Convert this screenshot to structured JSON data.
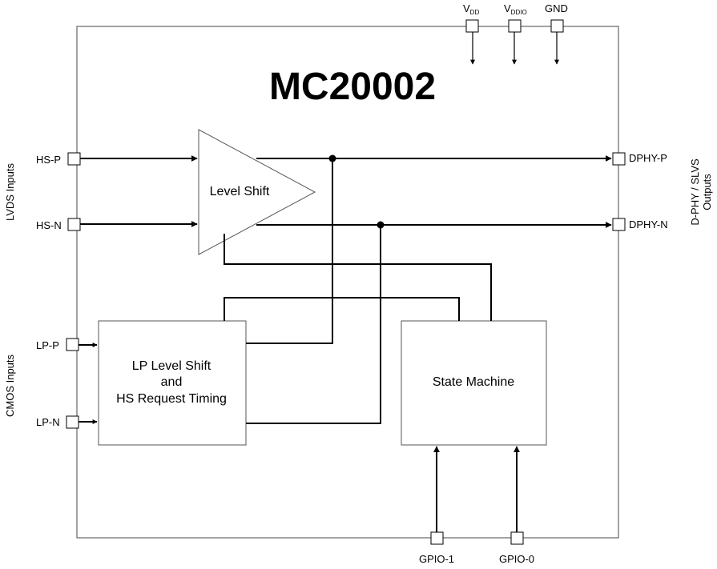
{
  "chip": {
    "title": "MC20002"
  },
  "power_pins": {
    "vdd": {
      "main": "V",
      "sub": "DD"
    },
    "vddio": {
      "main": "V",
      "sub": "DDIO"
    },
    "gnd": "GND"
  },
  "input_pins": {
    "hs_p": "HS-P",
    "hs_n": "HS-N",
    "lp_p": "LP-P",
    "lp_n": "LP-N"
  },
  "output_pins": {
    "dphy_p": "DPHY-P",
    "dphy_n": "DPHY-N"
  },
  "gpio_pins": {
    "gpio1": "GPIO-1",
    "gpio0": "GPIO-0"
  },
  "group_labels": {
    "lvds": "LVDS Inputs",
    "cmos": "CMOS Inputs",
    "outputs_line1": "D-PHY / SLVS",
    "outputs_line2": "Outputs"
  },
  "blocks": {
    "level_shift": "Level Shift",
    "lp_line1": "LP Level Shift",
    "lp_line2": "and",
    "lp_line3": "HS Request Timing",
    "state_machine": "State Machine"
  }
}
